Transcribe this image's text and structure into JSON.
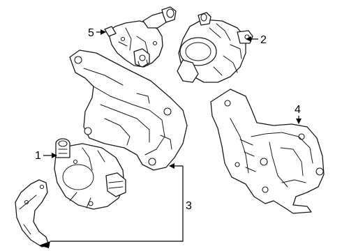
{
  "diagram": {
    "callouts": [
      {
        "id": "callout-1",
        "label": "1"
      },
      {
        "id": "callout-2",
        "label": "2"
      },
      {
        "id": "callout-3",
        "label": "3"
      },
      {
        "id": "callout-4",
        "label": "4"
      },
      {
        "id": "callout-5",
        "label": "5"
      }
    ],
    "colors": {
      "line": "#1a1a1a",
      "background": "#ffffff"
    }
  }
}
